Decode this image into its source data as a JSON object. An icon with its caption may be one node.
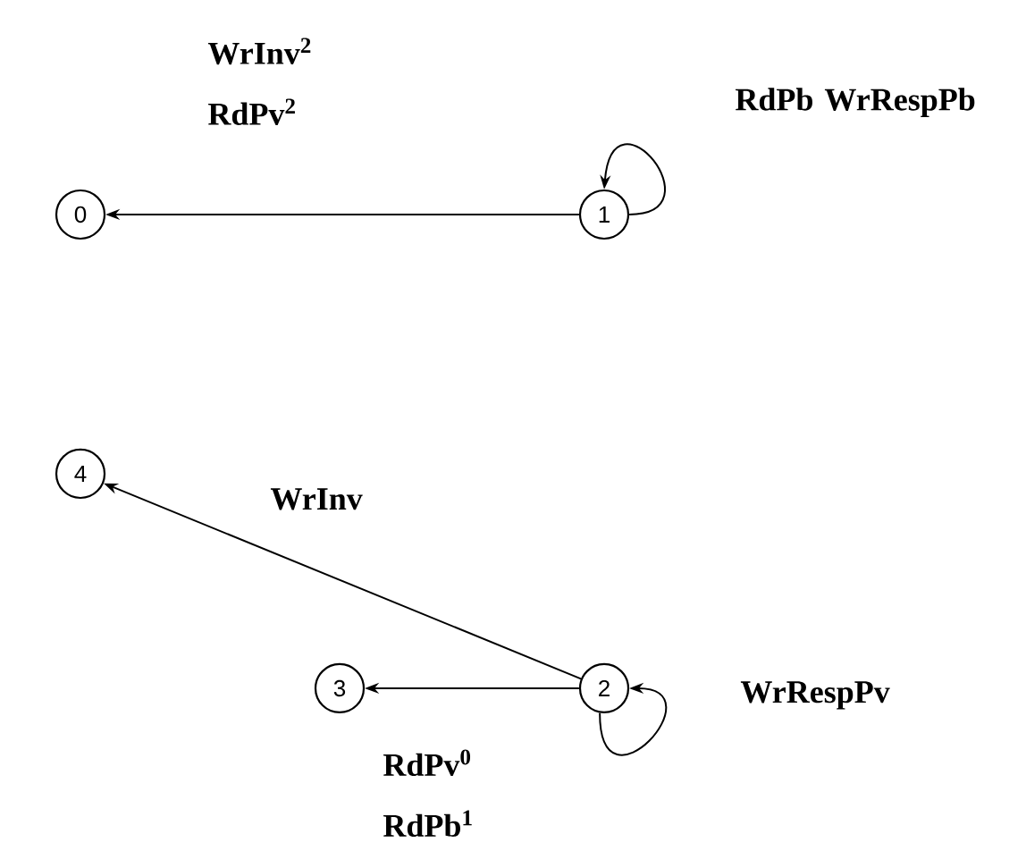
{
  "diagram": {
    "nodes": [
      {
        "text": [
          "0"
        ]
      },
      {
        "text": [
          "1"
        ]
      },
      {
        "text": [
          "4"
        ]
      },
      {
        "text": [
          "3"
        ]
      },
      {
        "text": [
          "2"
        ]
      }
    ],
    "edges": [
      {
        "from": 1,
        "to": 0,
        "arrow": "to",
        "label": "WrInv$^{2}$ RdPv$^{2}$"
      },
      {
        "from": 1,
        "to": 1,
        "arrow": "to",
        "label": "RdPb WrRespPb"
      },
      {
        "from": 4,
        "to": 2,
        "arrow": "to",
        "label": "WrInv"
      },
      {
        "from": 4,
        "to": 3,
        "arrow": "to",
        "label": "RdPv$^{0}$ RdPb$^{1}$"
      },
      {
        "from": 4,
        "to": 4,
        "arrow": "to",
        "label": "WrRespPv"
      }
    ]
  }
}
